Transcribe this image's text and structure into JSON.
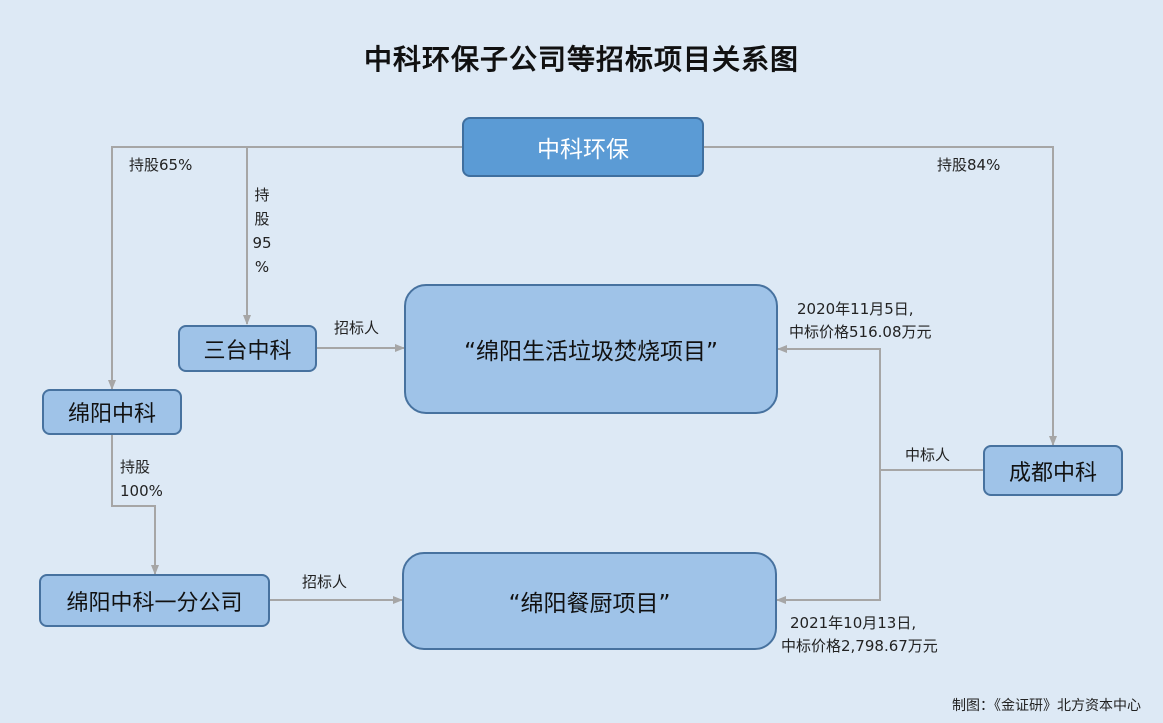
{
  "title": "中科环保子公司等招标项目关系图",
  "nodes": {
    "parent": "中科环保",
    "santai": "三台中科",
    "mianyang": "绵阳中科",
    "branch": "绵阳中科一分公司",
    "chengdu": "成都中科",
    "project_waste": "“绵阳生活垃圾焚烧项目”",
    "project_kitchen": "“绵阳餐厨项目”"
  },
  "edges": {
    "hold_65": "持股65%",
    "hold_95": [
      "持",
      "股",
      "95",
      "%"
    ],
    "hold_84": "持股84%",
    "hold_100": [
      "持股",
      "100%"
    ],
    "bidder_1": "招标人",
    "bidder_2": "招标人",
    "winner": "中标人",
    "award_1": [
      "2020年11月5日,",
      "中标价格516.08万元"
    ],
    "award_2": [
      "2021年10月13日,",
      "中标价格2,798.67万元"
    ]
  },
  "credit": "制图：《金证研》北方资本中心",
  "colors": {
    "background": "#dde9f5",
    "node_fill": "#9fc3e8",
    "root_fill": "#5b9bd5",
    "border": "#47729f",
    "line": "#a6a6a6"
  }
}
